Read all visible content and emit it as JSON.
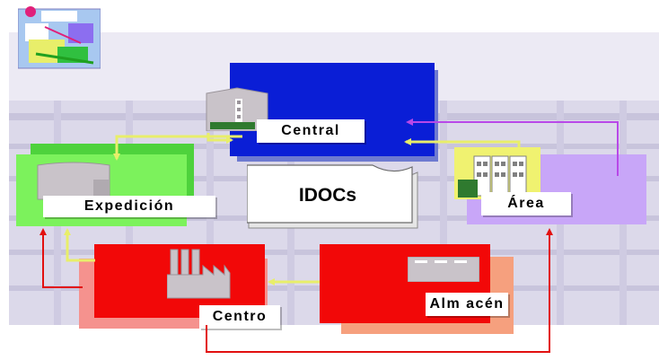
{
  "diagram": {
    "center": {
      "label": "IDOCs"
    },
    "nodes": {
      "central": {
        "label": "Central",
        "color": "#0a1ed6"
      },
      "expedicion": {
        "label": "Expedición",
        "color": "#7cf25c"
      },
      "area": {
        "label": "Área",
        "color": "#c8a6f8"
      },
      "centro": {
        "label": "Centro",
        "color": "#f20808"
      },
      "almacen": {
        "label": "Alm acén",
        "color": "#f20808"
      }
    },
    "edge_colors": {
      "yellow": "#e8ee6a",
      "violet": "#b848e8",
      "red": "#e21010"
    }
  },
  "thumbnail": {
    "icon": "diagram-thumbnail-icon"
  }
}
